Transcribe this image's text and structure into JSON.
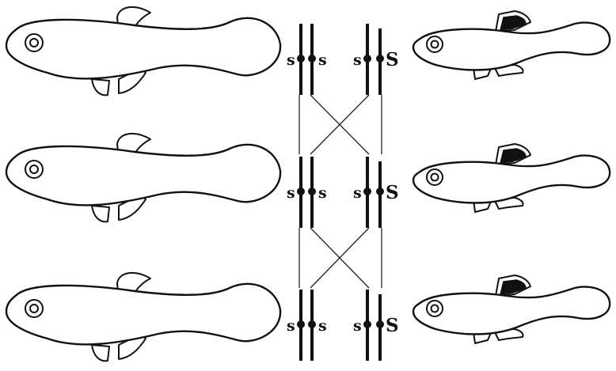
{
  "figure": {
    "rows": [
      {
        "left_fish": "female",
        "right_fish": "male",
        "left_pair": [
          "s",
          "s"
        ],
        "right_pair": [
          "s",
          "S"
        ]
      },
      {
        "left_fish": "female",
        "right_fish": "male",
        "left_pair": [
          "s",
          "s"
        ],
        "right_pair": [
          "s",
          "S"
        ]
      },
      {
        "left_fish": "female",
        "right_fish": "male",
        "left_pair": [
          "s",
          "s"
        ],
        "right_pair": [
          "s",
          "S"
        ]
      }
    ],
    "icons": {
      "female": "plain-fish-icon",
      "male": "fish-with-dark-dorsal-spot-icon"
    },
    "colors": {
      "ink": "#111111",
      "paper": "#ffffff"
    }
  }
}
